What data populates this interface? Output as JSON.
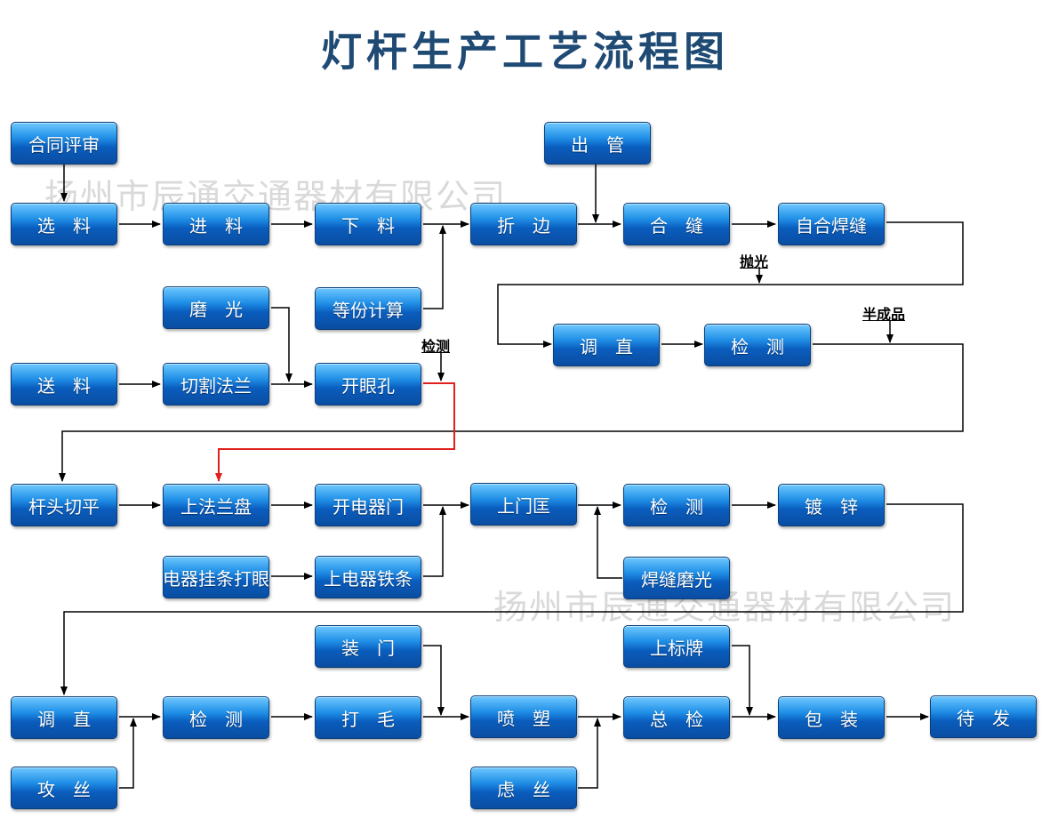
{
  "title": "灯杆生产工艺流程图",
  "watermark": "扬州市辰通交通器材有限公司",
  "steps": {
    "contract_review": "合同评审",
    "chu_guan": "出　管",
    "select_material": "选　料",
    "feed_material": "进　料",
    "cut_material": "下　料",
    "fold_edge": "折　边",
    "seam_close": "合　缝",
    "auto_seam_weld": "自合焊缝",
    "polish_1": "磨　光",
    "equal_calc": "等份计算",
    "straighten_1": "调　直",
    "inspect_1": "检　测",
    "send_material": "送　料",
    "cut_flange": "切割法兰",
    "open_hole": "开眼孔",
    "cut_pole_head": "杆头切平",
    "mount_flange": "上法兰盘",
    "open_electric_door": "开电器门",
    "door_frame": "上门匡",
    "inspect_2": "检　测",
    "galvanize": "镀　锌",
    "bar_drill": "电器挂条打眼",
    "mount_bar": "上电器铁条",
    "weld_polish": "焊缝磨光",
    "install_door": "装　门",
    "mount_plate": "上标牌",
    "straighten_2": "调　直",
    "inspect_3": "检　测",
    "roughen": "打　毛",
    "spray": "喷　塑",
    "final_check": "总　检",
    "pack": "包　装",
    "await_ship": "待　发",
    "tap_thread": "攻　丝",
    "filter_thread": "虑　丝"
  },
  "labels": {
    "polish": "抛光",
    "semi_product": "半成品",
    "inspect": "检测"
  },
  "colors": {
    "box": "#1f8ee6",
    "line": "#000000",
    "highlight": "#e0201c",
    "title": "#1f4a73"
  }
}
